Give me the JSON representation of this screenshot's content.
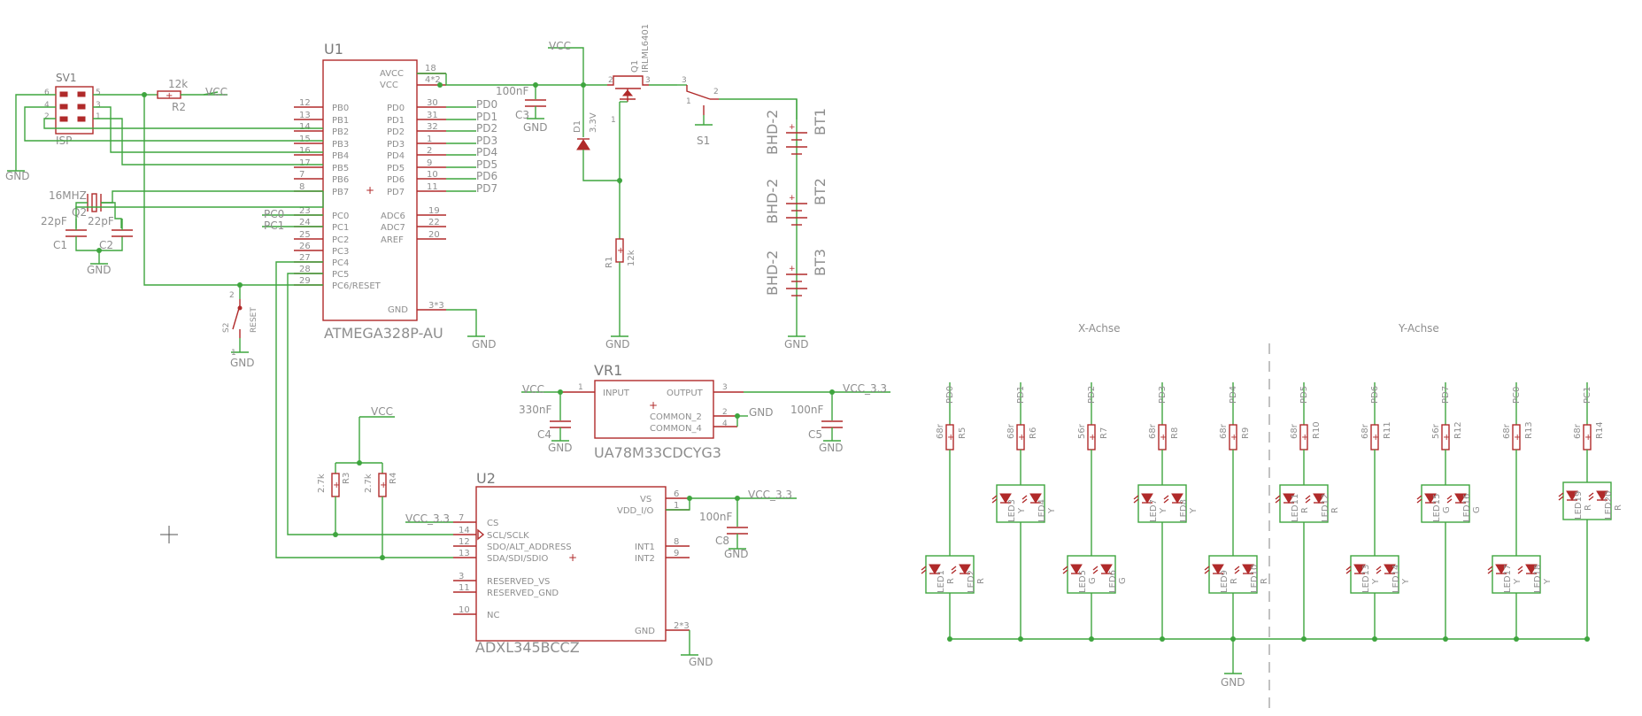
{
  "u1": {
    "name": "U1",
    "value": "ATMEGA328P-AU",
    "pins_left": [
      {
        "num": "12",
        "label": "PB0"
      },
      {
        "num": "13",
        "label": "PB1"
      },
      {
        "num": "14",
        "label": "PB2"
      },
      {
        "num": "15",
        "label": "PB3"
      },
      {
        "num": "16",
        "label": "PB4"
      },
      {
        "num": "17",
        "label": "PB5"
      },
      {
        "num": "7",
        "label": "PB6"
      },
      {
        "num": "8",
        "label": "PB7"
      },
      {
        "num": "23",
        "label": "PC0"
      },
      {
        "num": "24",
        "label": "PC1"
      },
      {
        "num": "25",
        "label": "PC2"
      },
      {
        "num": "26",
        "label": "PC3"
      },
      {
        "num": "27",
        "label": "PC4"
      },
      {
        "num": "28",
        "label": "PC5"
      },
      {
        "num": "29",
        "label": "PC6/RESET"
      }
    ],
    "pins_right_top": [
      {
        "num": "18",
        "label": "AVCC"
      },
      {
        "num": "4*2",
        "label": "VCC"
      }
    ],
    "pins_right": [
      {
        "num": "30",
        "label": "PD0",
        "net": "PD0"
      },
      {
        "num": "31",
        "label": "PD1",
        "net": "PD1"
      },
      {
        "num": "32",
        "label": "PD2",
        "net": "PD2"
      },
      {
        "num": "1",
        "label": "PD3",
        "net": "PD3"
      },
      {
        "num": "2",
        "label": "PD4",
        "net": "PD4"
      },
      {
        "num": "9",
        "label": "PD5",
        "net": "PD5"
      },
      {
        "num": "10",
        "label": "PD6",
        "net": "PD6"
      },
      {
        "num": "11",
        "label": "PD7",
        "net": "PD7"
      }
    ],
    "pins_right_adc": [
      {
        "num": "19",
        "label": "ADC6"
      },
      {
        "num": "22",
        "label": "ADC7"
      },
      {
        "num": "20",
        "label": "AREF"
      }
    ],
    "gnd_pin": {
      "num": "3*3",
      "label": "GND"
    }
  },
  "isp": {
    "name": "SV1",
    "value": "ISP",
    "pins": [
      "6",
      "5",
      "4",
      "3",
      "2",
      "1"
    ]
  },
  "r2": {
    "name": "R2",
    "value": "12k"
  },
  "crystal": {
    "name": "Q2",
    "value": "16MHZ"
  },
  "c1": {
    "name": "C1",
    "value": "22pF"
  },
  "c2": {
    "name": "C2",
    "value": "22pF"
  },
  "reset_switch": {
    "name": "S2",
    "value": "RESET",
    "pin_top": "2",
    "pin_bottom": "1"
  },
  "q1": {
    "name": "Q1",
    "value": "IRLML6401",
    "pins": [
      "2",
      "3",
      "1"
    ]
  },
  "c3": {
    "name": "C3",
    "value": "100nF"
  },
  "d1": {
    "name": "D1",
    "value": "3.3V"
  },
  "r1": {
    "name": "R1",
    "value": "12k"
  },
  "s1": {
    "name": "S1",
    "pin_left": "3",
    "pin_right": "2",
    "pin_mid": "1"
  },
  "batteries": [
    {
      "name": "BT1",
      "value": "BHD-2"
    },
    {
      "name": "BT2",
      "value": "BHD-2"
    },
    {
      "name": "BT3",
      "value": "BHD-2"
    }
  ],
  "vr1": {
    "name": "VR1",
    "value": "UA78M33CDCYG3",
    "in_label": "INPUT",
    "out_label": "OUTPUT",
    "com2": "COMMON_2",
    "com4": "COMMON_4",
    "pin_in": "1",
    "pin_out": "3",
    "pin_c2": "2",
    "pin_c4": "4"
  },
  "c4": {
    "name": "C4",
    "value": "330nF"
  },
  "c5": {
    "name": "C5",
    "value": "100nF"
  },
  "c8": {
    "name": "C8",
    "value": "100nF"
  },
  "r3": {
    "name": "R3",
    "value": "2.7k"
  },
  "r4": {
    "name": "R4",
    "value": "2.7k"
  },
  "u2": {
    "name": "U2",
    "value": "ADXL345BCCZ",
    "pins_left": [
      {
        "num": "7",
        "label": "CS"
      },
      {
        "num": "14",
        "label": "SCL/SCLK"
      },
      {
        "num": "12",
        "label": "SDO/ALT_ADDRESS"
      },
      {
        "num": "13",
        "label": "SDA/SDI/SDIO"
      },
      {
        "num": "3",
        "label": "RESERVED_VS"
      },
      {
        "num": "11",
        "label": "RESERVED_GND"
      },
      {
        "num": "10",
        "label": "NC"
      }
    ],
    "pins_right": [
      {
        "num": "6",
        "label": "VS"
      },
      {
        "num": "1",
        "label": "VDD_I/O"
      },
      {
        "num": "8",
        "label": "INT1"
      },
      {
        "num": "9",
        "label": "INT2"
      },
      {
        "num": "2*3",
        "label": "GND"
      }
    ]
  },
  "nets": {
    "vcc": "VCC",
    "gnd": "GND",
    "vcc33": "VCC_3.3",
    "pc0": "PC0",
    "pc1": "PC1"
  },
  "led_matrix": {
    "x_axis_label": "X-Achse",
    "y_axis_label": "Y-Achse",
    "columns": [
      {
        "net": "PD0",
        "r": "R5",
        "rv": "68r",
        "leds": [
          {
            "n": "LED1",
            "c": "R"
          },
          {
            "n": "LED2",
            "c": "R"
          }
        ]
      },
      {
        "net": "PD1",
        "r": "R6",
        "rv": "68r",
        "leds": [
          {
            "n": "LED3",
            "c": "Y"
          },
          {
            "n": "LED4",
            "c": "Y"
          }
        ]
      },
      {
        "net": "PD2",
        "r": "R7",
        "rv": "56r",
        "leds": [
          {
            "n": "LED5",
            "c": "G"
          },
          {
            "n": "LED6",
            "c": "G"
          }
        ]
      },
      {
        "net": "PD3",
        "r": "R8",
        "rv": "68r",
        "leds": [
          {
            "n": "LED7",
            "c": "Y"
          },
          {
            "n": "LED8",
            "c": "Y"
          }
        ]
      },
      {
        "net": "PD4",
        "r": "R9",
        "rv": "68r",
        "leds": [
          {
            "n": "LED9",
            "c": "R"
          },
          {
            "n": "LED10",
            "c": "R"
          }
        ]
      },
      {
        "net": "PD5",
        "r": "R10",
        "rv": "68r",
        "leds": [
          {
            "n": "LED11",
            "c": "R"
          },
          {
            "n": "LED12",
            "c": "R"
          }
        ]
      },
      {
        "net": "PD6",
        "r": "R11",
        "rv": "68r",
        "leds": [
          {
            "n": "LED13",
            "c": "Y"
          },
          {
            "n": "LED14",
            "c": "Y"
          }
        ]
      },
      {
        "net": "PD7",
        "r": "R12",
        "rv": "56r",
        "leds": [
          {
            "n": "LED15",
            "c": "G"
          },
          {
            "n": "LED16",
            "c": "G"
          }
        ]
      },
      {
        "net": "PC0",
        "r": "R13",
        "rv": "68r",
        "leds": [
          {
            "n": "LED17",
            "c": "Y"
          },
          {
            "n": "LED18",
            "c": "Y"
          }
        ]
      },
      {
        "net": "PC1",
        "r": "R14",
        "rv": "68r",
        "leds": [
          {
            "n": "LED19",
            "c": "R"
          },
          {
            "n": "LED20",
            "c": "R"
          }
        ]
      }
    ]
  }
}
